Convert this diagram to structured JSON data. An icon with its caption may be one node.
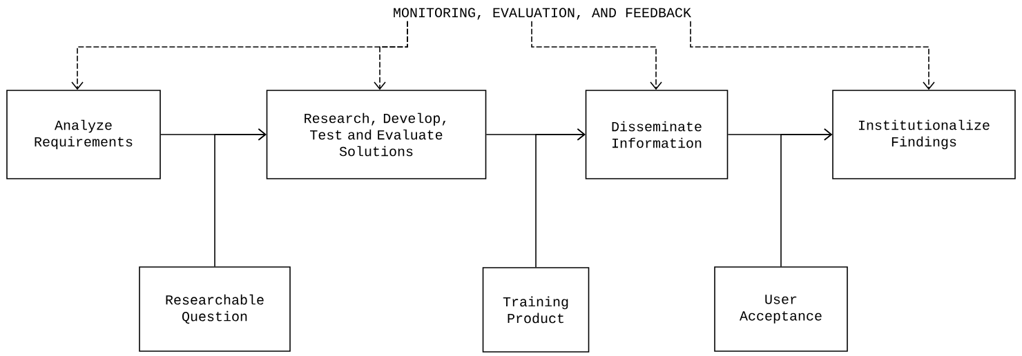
{
  "diagram": {
    "nodes": [
      {
        "text": [
          "MONITORING, EVALUATION, AND FEEDBACK"
        ]
      },
      {
        "text": [
          "Analyze Requirements"
        ]
      },
      {
        "text": [
          "Research, Develop, Test and Evaluate Solutions"
        ]
      },
      {
        "text": [
          "Disseminate Information"
        ]
      },
      {
        "text": [
          "Institutionalize Findings"
        ]
      },
      {
        "text": [
          "Researchable Question"
        ]
      },
      {
        "text": [
          "Training Product"
        ]
      },
      {
        "text": [
          "User Acceptance"
        ]
      }
    ],
    "edges": [
      {
        "from": 0,
        "to": 1,
        "arrow": "to",
        "style": "dashed"
      },
      {
        "from": 0,
        "to": 2,
        "arrow": "to",
        "style": "dashed"
      },
      {
        "from": 0,
        "to": 3,
        "arrow": "to",
        "style": "dashed"
      },
      {
        "from": 0,
        "to": 4,
        "arrow": "to",
        "style": "dashed"
      },
      {
        "from": 1,
        "to": 2,
        "arrow": "to"
      },
      {
        "from": 5,
        "to": 2,
        "arrow": "to"
      },
      {
        "from": 2,
        "to": 3,
        "arrow": "to"
      },
      {
        "from": 6,
        "to": 3,
        "arrow": "to"
      },
      {
        "from": 3,
        "to": 4,
        "arrow": "to"
      },
      {
        "from": 7,
        "to": 4,
        "arrow": "to"
      }
    ]
  }
}
